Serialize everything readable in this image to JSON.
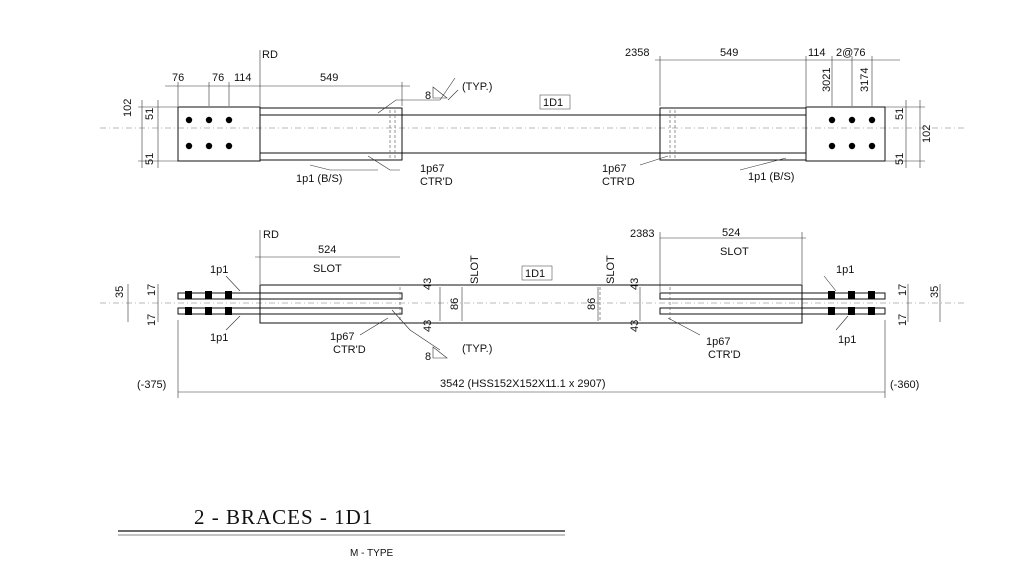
{
  "top_view": {
    "rd": "RD",
    "d76a": "76",
    "d76b": "76",
    "d114": "114",
    "d549_left": "549",
    "d2358": "2358",
    "d549_right": "549",
    "d114_right": "114",
    "d2at76": "2@76",
    "d3021": "3021",
    "d3174": "3174",
    "d102_left": "102",
    "d51_left_top": "51",
    "d51_left_bot": "51",
    "d51_right_top": "51",
    "d51_right_bot": "51",
    "d102_right": "102",
    "weld_size": "8",
    "weld_typ": "(TYP.)",
    "mark": "1D1",
    "p1_left": "1p1  (B/S)",
    "p67_left": "1p67",
    "ctrd_left": "CTR'D",
    "p67_right": "1p67",
    "ctrd_right": "CTR'D",
    "p1_right": "1p1  (B/S)"
  },
  "bottom_view": {
    "rd": "RD",
    "d524_left": "524",
    "slot_left": "SLOT",
    "d2383": "2383",
    "d524_right": "524",
    "slot_right": "SLOT",
    "slot_v_left": "SLOT",
    "slot_v_right": "SLOT",
    "mark": "1D1",
    "p1_tl": "1p1",
    "p1_bl": "1p1",
    "p1_tr": "1p1",
    "p1_br": "1p1",
    "d35_left": "35",
    "d17_lt": "17",
    "d17_lb": "17",
    "d35_right": "35",
    "d17_rt": "17",
    "d17_rb": "17",
    "d43_lt": "43",
    "d43_lb": "43",
    "d86_l": "86",
    "d86_r": "86",
    "d43_rt": "43",
    "d43_rb": "43",
    "p67_left": "1p67",
    "ctrd_left": "CTR'D",
    "p67_right": "1p67",
    "ctrd_right": "CTR'D",
    "weld_size": "8",
    "weld_typ": "(TYP.)",
    "overall_left": "(-375)",
    "overall": "3542 (HSS152X152X11.1 x 2907)",
    "overall_right": "(-360)"
  },
  "title": {
    "main": "2  -  BRACES  -  1D1",
    "sub": "M  - TYPE"
  }
}
